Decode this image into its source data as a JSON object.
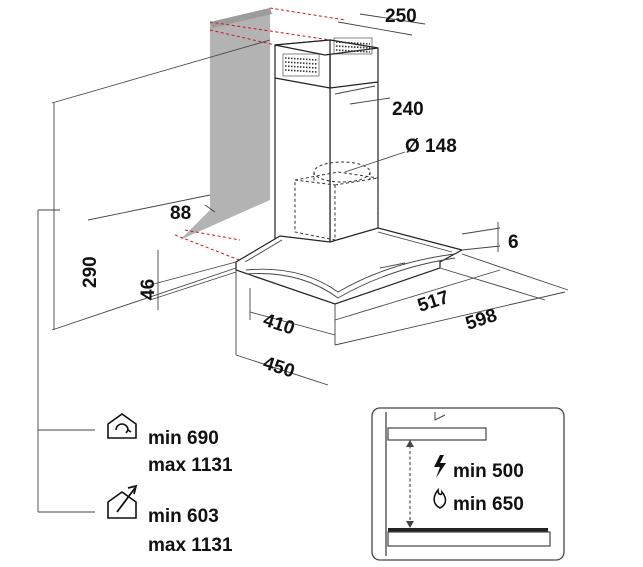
{
  "dimensions": {
    "chimney_depth": "250",
    "chimney_width": "240",
    "outlet_diameter": "Ø 148",
    "wall_offset": "88",
    "height_total": "290",
    "canopy_thickness": "6",
    "front_height": "46",
    "glass_depth": "517",
    "width": "598",
    "inner_depth": "410",
    "outer_depth": "450"
  },
  "installation": {
    "recirculation": {
      "icon": "house-recirculation-icon",
      "min": "min 690",
      "max": "max 1131"
    },
    "extraction": {
      "icon": "house-extraction-icon",
      "min": "min 603",
      "max": "max 1131"
    }
  },
  "clearance": {
    "electric": {
      "icon": "lightning-icon",
      "label": "min 500"
    },
    "gas": {
      "icon": "flame-icon",
      "label": "min 650"
    }
  }
}
